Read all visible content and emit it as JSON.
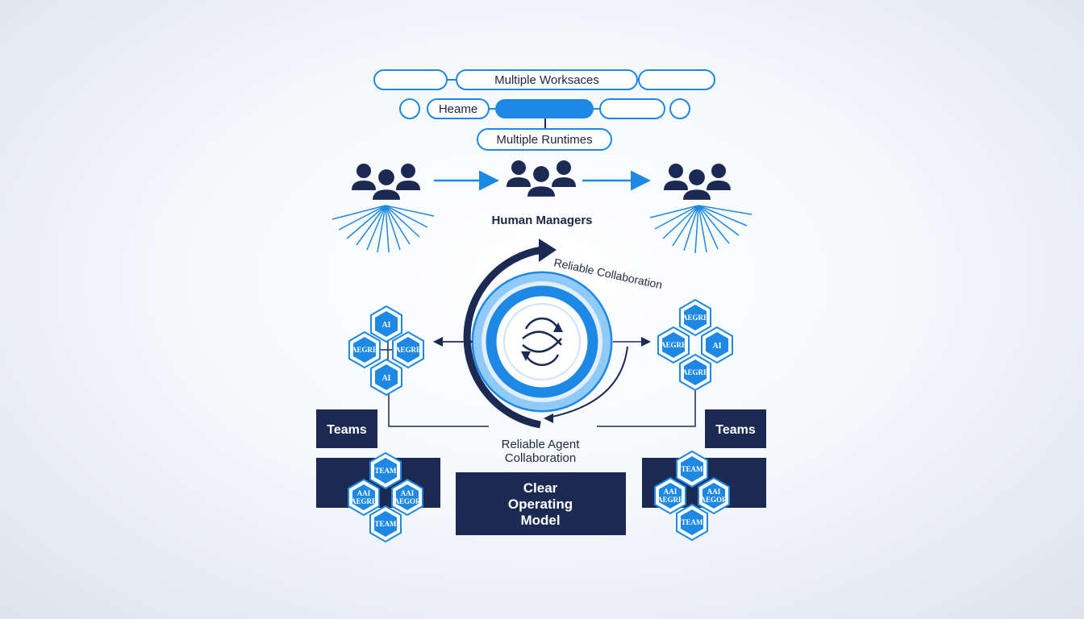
{
  "workspace_row": {
    "top_label": "Multiple Worksaces",
    "left_label": "Heame",
    "bottom_label": "Multiple Runtimes"
  },
  "managers": {
    "label": "Human Managers"
  },
  "center": {
    "arc_label": "Reliable Collaboration",
    "below_label_line1": "Reliable Agent",
    "below_label_line2": "Collaboration"
  },
  "left_cluster": {
    "hex_top": "AI",
    "hex_left": "AEGRE",
    "hex_right": "AEGRE",
    "hex_bottom": "AI"
  },
  "right_cluster": {
    "hex_top": "AEGRE",
    "hex_left": "AEGRE",
    "hex_right": "AI",
    "hex_bottom": "AEGRE"
  },
  "teams_left": {
    "label": "Teams",
    "hex_top": "TEAM",
    "hex_left_l1": "AAI",
    "hex_left_l2": "AEGRE",
    "hex_right_l1": "AAI",
    "hex_right_l2": "AEGOR",
    "hex_bottom": "TEAM"
  },
  "teams_right": {
    "label": "Teams",
    "hex_top": "TEAM",
    "hex_left_l1": "AAI",
    "hex_left_l2": "AEGRE",
    "hex_right_l1": "AAI",
    "hex_right_l2": "AEGOR",
    "hex_bottom": "TEAM"
  },
  "operating_model": {
    "line1": "Clear",
    "line2": "Operating",
    "line3": "Model"
  },
  "colors": {
    "navy": "#1a2a52",
    "blue": "#1e88e5",
    "light_blue": "#90caf9"
  }
}
